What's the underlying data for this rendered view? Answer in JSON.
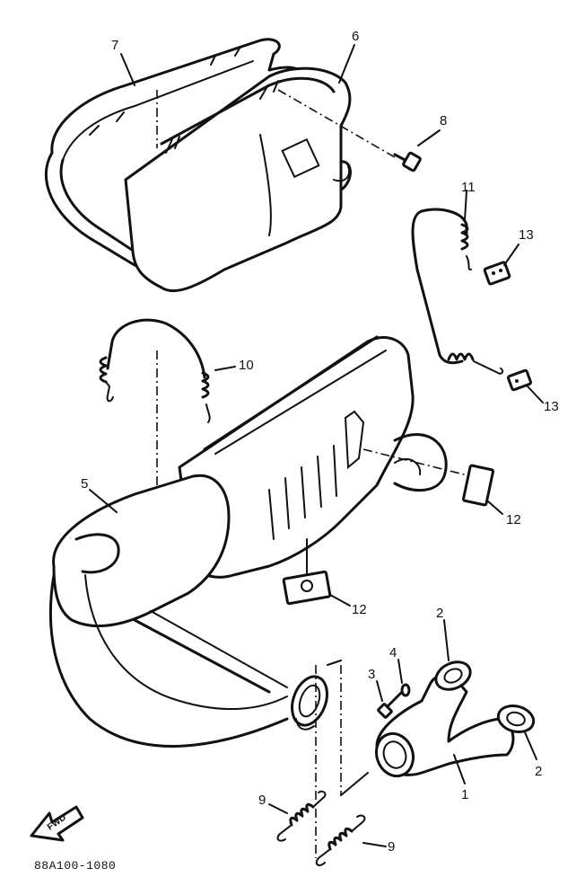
{
  "diagram": {
    "callouts": {
      "n1": "1",
      "n2a": "2",
      "n2b": "2",
      "n3": "3",
      "n4": "4",
      "n5": "5",
      "n6": "6",
      "n7": "7",
      "n8": "8",
      "n9a": "9",
      "n9b": "9",
      "n10": "10",
      "n11": "11",
      "n12a": "12",
      "n12b": "12",
      "n13a": "13",
      "n13b": "13"
    },
    "fwd_label": "FWD",
    "reference_code": "88A100-1080"
  }
}
